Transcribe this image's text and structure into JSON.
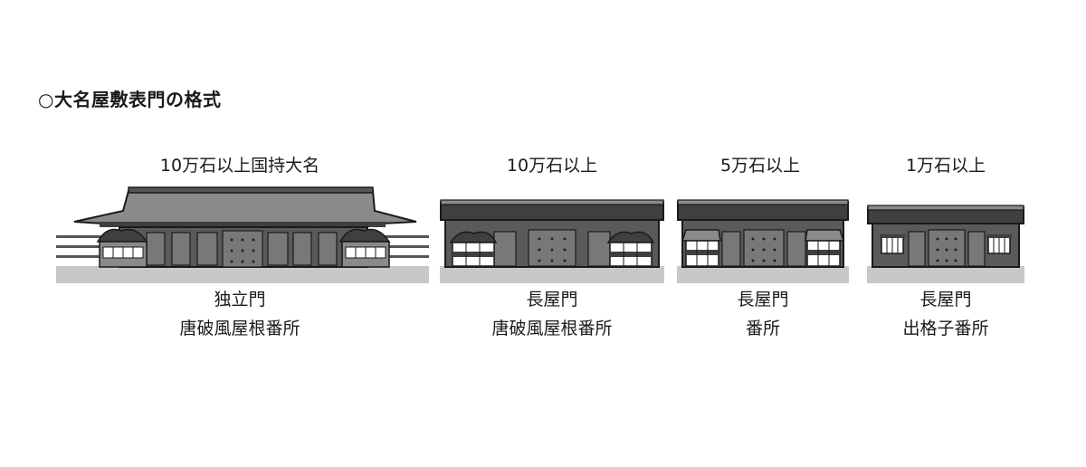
{
  "title": "○大名屋敷表門の格式",
  "gates": [
    {
      "rank": "10万石以上国持大名",
      "gate_type": "独立門",
      "guardhouse": "唐破風屋根番所"
    },
    {
      "rank": "10万石以上",
      "gate_type": "長屋門",
      "guardhouse": "唐破風屋根番所"
    },
    {
      "rank": "5万石以上",
      "gate_type": "長屋門",
      "guardhouse": "番所"
    },
    {
      "rank": "1万石以上",
      "gate_type": "長屋門",
      "guardhouse": "出格子番所"
    }
  ],
  "colors": {
    "roof": "#8a8a8a",
    "roof_dark": "#3f3f3f",
    "wall": "#5a5a5a",
    "ground": "#c8c8c8",
    "outline": "#1a1a1a"
  }
}
